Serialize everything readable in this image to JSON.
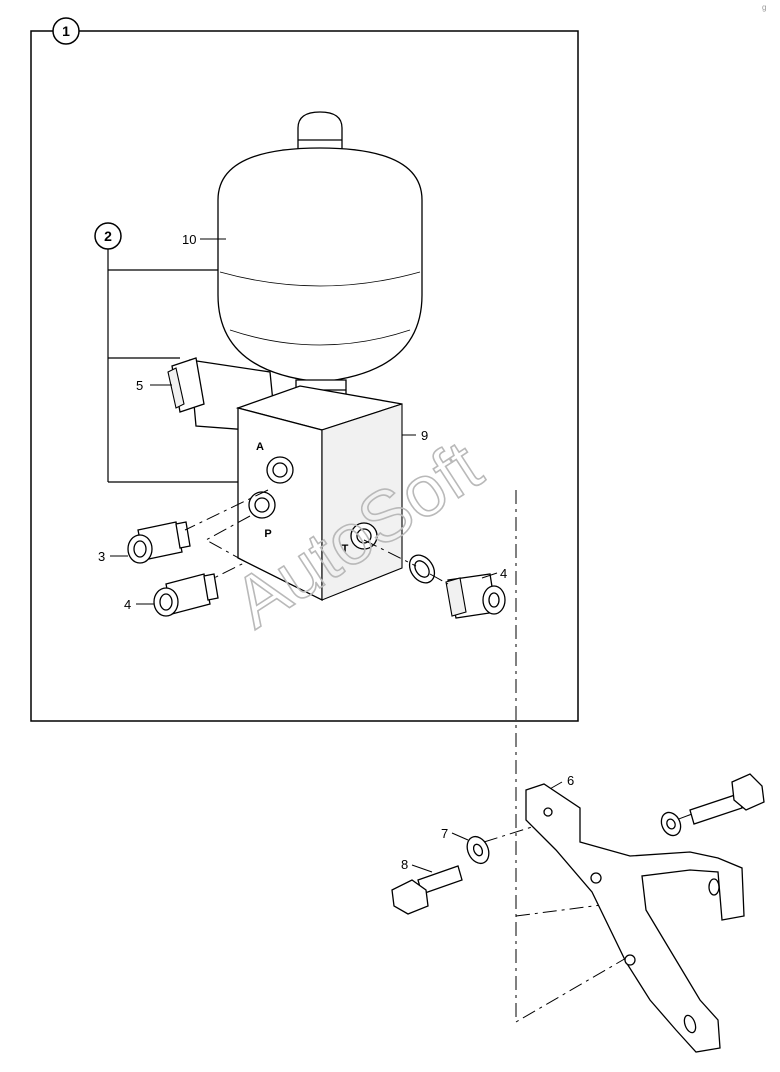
{
  "figure": {
    "group_callouts": [
      "1",
      "2"
    ],
    "part_labels": {
      "accumulator": "10",
      "valve_block": "9",
      "solenoid": "5",
      "fitting_left": "3",
      "fitting_lower_left": "4",
      "fitting_right": "4",
      "bracket": "6",
      "washer": "7",
      "bolt": "8"
    },
    "port_marks": [
      "A",
      "P",
      "T"
    ],
    "watermark": "AutoSoft",
    "corner_mark": "g"
  }
}
